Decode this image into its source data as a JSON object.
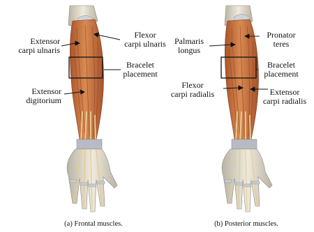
{
  "colors": {
    "muscle": "#c8703a",
    "muscle_dark": "#9c4a22",
    "tendon": "#e7cf93",
    "bone": "#e6e1d2",
    "bone_shade": "#b9b4a6",
    "band": "#b7bcc4",
    "line": "#111111"
  },
  "left": {
    "labels": {
      "extensor_carpi_ulnaris": [
        "Extensor",
        "carpi ulnaris"
      ],
      "flexor_carpi_ulnaris": [
        "Flexor",
        "carpi ulnaris"
      ],
      "bracelet_placement": [
        "Bracelet",
        "placement"
      ],
      "extensor_digitorium": [
        "Extensor",
        "digitorium"
      ]
    },
    "caption": "(a) Frontal muscles."
  },
  "right": {
    "labels": {
      "palmaris_longus": [
        "Palmaris",
        "longus"
      ],
      "pronator_teres": [
        "Pronator",
        "teres"
      ],
      "bracelet_placement": [
        "Bracelet",
        "placement"
      ],
      "flexor_carpi_radialis": [
        "Flexor",
        "carpi radialis"
      ],
      "extensor_carpi_radialis": [
        "Extensor",
        "carpi radialis"
      ]
    },
    "caption": "(b) Posterior muscles."
  }
}
